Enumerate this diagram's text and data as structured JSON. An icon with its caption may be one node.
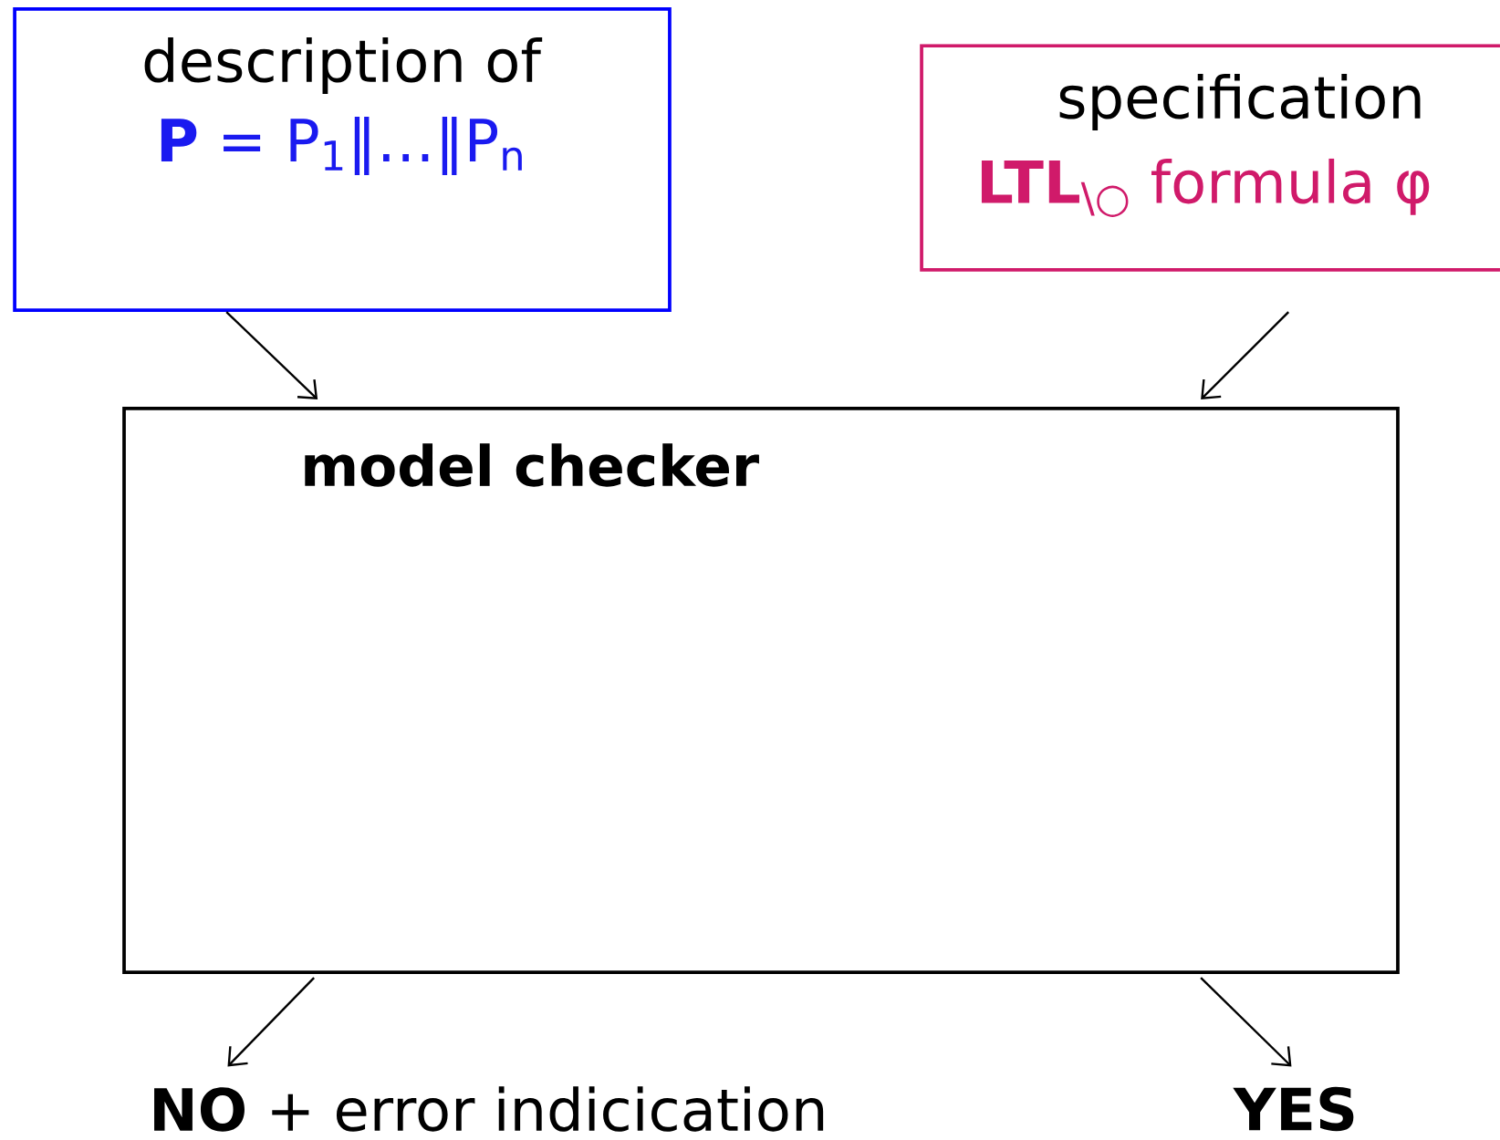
{
  "diagram": {
    "nodes": [
      {
        "text": [
          "description of",
          "**P** = P$_{1}$‖…‖P$_{n}$"
        ]
      },
      {
        "text": [
          "specification",
          "**LTL**$_{\\○}$ formula φ"
        ]
      },
      {
        "text": [
          "model checker"
        ]
      },
      {
        "text": [
          "**NO** + error indicication"
        ]
      },
      {
        "text": [
          "YES"
        ]
      }
    ],
    "edges": [
      {
        "from": 0,
        "to": 2,
        "arrow": "to"
      },
      {
        "from": 1,
        "to": 2,
        "arrow": "to"
      },
      {
        "from": 2,
        "to": 3,
        "arrow": "to"
      },
      {
        "from": 2,
        "to": 4,
        "arrow": "to"
      }
    ]
  }
}
